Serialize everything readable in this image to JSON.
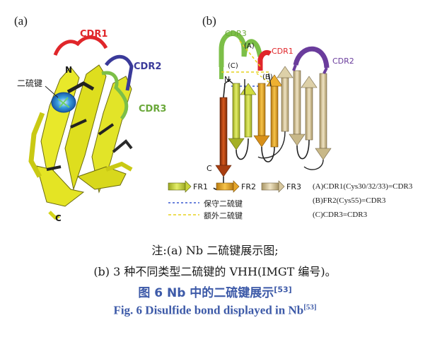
{
  "panel_a": {
    "label": "(a)",
    "cdr1": "CDR1",
    "cdr2": "CDR2",
    "cdr3": "CDR3",
    "n_term": "N",
    "c_term": "C",
    "disulfide": "二硫键"
  },
  "panel_b": {
    "label": "(b)",
    "cdr1": "CDR1",
    "cdr2": "CDR2",
    "cdr3": "CDR3",
    "n_term": "N",
    "c_term": "C",
    "mark_a": "(A)",
    "mark_b": "(B)",
    "mark_c": "(C)"
  },
  "legend": {
    "fr1": "FR1",
    "fr2": "FR2",
    "fr3": "FR3",
    "conserved": "保守二硫键",
    "extra": "额外二硫键",
    "note_a": "(A)CDR1(Cys30/32/33)=CDR3",
    "note_b": "(B)FR2(Cys55)=CDR3",
    "note_c": "(C)CDR3=CDR3"
  },
  "colors": {
    "cdr1": "#e0262a",
    "cdr2": "#6a3c9c",
    "cdr3": "#7cbf48",
    "fr1": "#c8d43a",
    "fr2": "#e6a62a",
    "fr3": "#d9c9a0",
    "caption_blue": "#3d5aa8"
  },
  "caption": {
    "note_line1": "注:(a) Nb 二硫键展示图;",
    "note_line2": "(b) 3 种不同类型二硫键的 VHH(IMGT 编号)。",
    "title_cn": "图 6  Nb 中的二硫键展示",
    "title_en": "Fig. 6   Disulfide bond displayed in Nb",
    "ref": "[53]"
  }
}
